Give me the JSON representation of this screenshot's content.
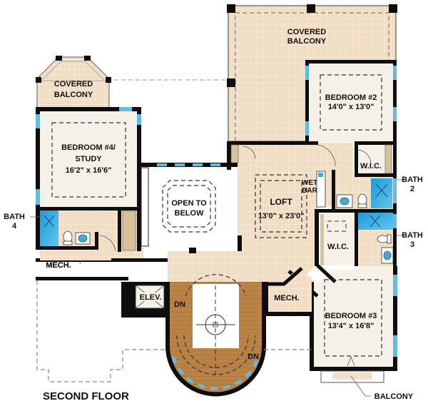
{
  "plan": {
    "title": "SECOND FLOOR",
    "rooms": {
      "covered_balcony_left": {
        "line1": "COVERED",
        "line2": "BALCONY"
      },
      "covered_balcony_top": {
        "line1": "COVERED",
        "line2": "BALCONY"
      },
      "bedroom4": {
        "line1": "BEDROOM #4/",
        "line2": "STUDY",
        "dims": "16'2\" x 16'6\""
      },
      "bedroom2": {
        "line1": "BEDROOM #2",
        "dims": "14'0\" x 13'0\""
      },
      "bedroom3": {
        "line1": "BEDROOM #3",
        "dims": "13'4\" x 16'8\""
      },
      "loft": {
        "line1": "LOFT",
        "dims": "13'0\" x 23'0\""
      },
      "open_below": {
        "line1": "OPEN TO",
        "line2": "BELOW"
      },
      "wet_bar": {
        "line1": "WET",
        "line2": "BAR"
      },
      "wic_top": "W.I.C.",
      "wic_mid": "W.I.C.",
      "mech_left": "MECH.",
      "mech_right": "MECH.",
      "elev": "ELEV.",
      "stair_dn_1": "DN",
      "stair_dn_2": "DN"
    },
    "callouts": {
      "bath2": {
        "line1": "BATH",
        "line2": "2"
      },
      "bath3": {
        "line1": "BATH",
        "line2": "3"
      },
      "bath4": {
        "line1": "BATH",
        "line2": "4"
      },
      "balcony": "BALCONY"
    },
    "colors": {
      "tile": "#f1dcc4",
      "tile_grid": "#fbeee0",
      "carpet": "#f5f1e8",
      "wall": "#0d0d0d",
      "window": "#5fbde6",
      "shower": "#2aa6e0",
      "stair_wood": "#b98348",
      "closet_shelf": "#d7c29a"
    }
  }
}
